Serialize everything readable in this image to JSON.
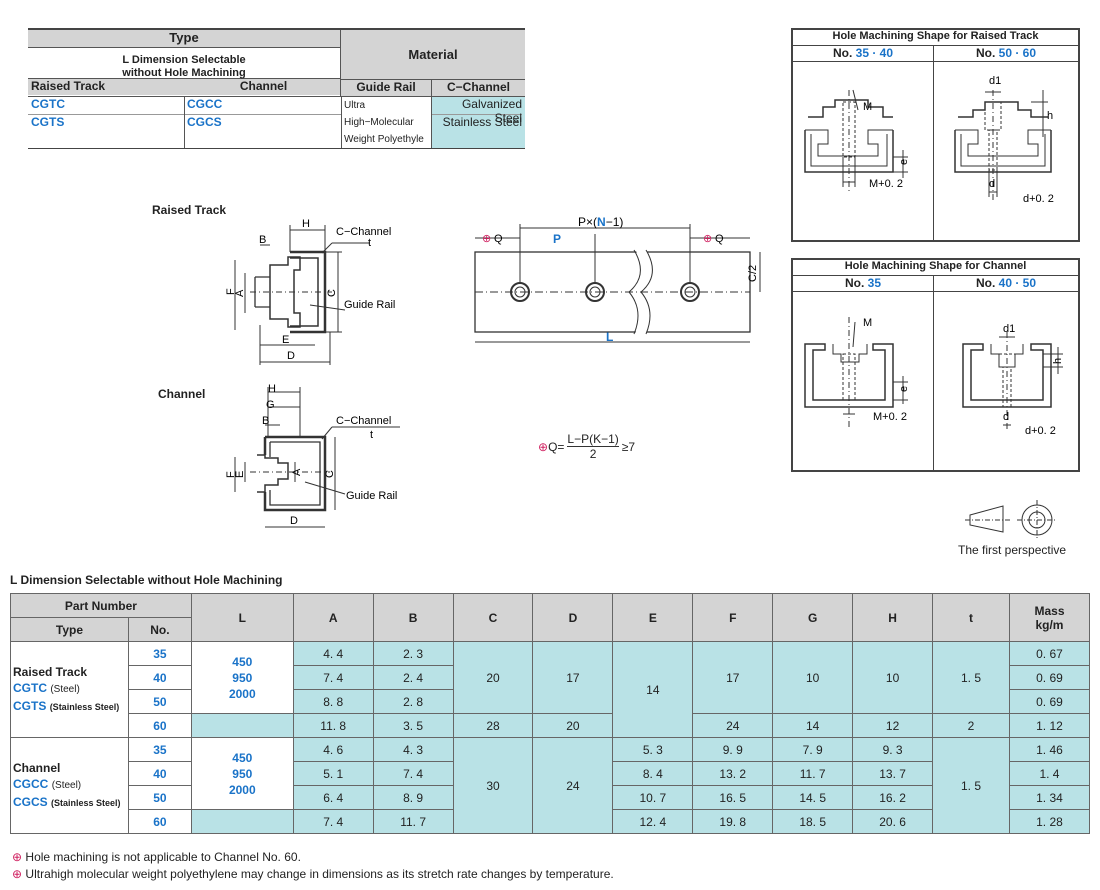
{
  "type_table": {
    "type_title": "Type",
    "sub_title_line1": "L Dimension Selectable",
    "sub_title_line2": "without Hole Machining",
    "material_title": "Material",
    "col_raised_track": "Raised Track",
    "col_channel": "Channel",
    "col_guide_rail": "Guide Rail",
    "col_c_channel": "C−Channel",
    "rows": [
      {
        "raised": "CGTC",
        "channel": "CGCC",
        "guide": "Ultra High−Molecular",
        "cch": "Galvanized Steel"
      },
      {
        "raised": "CGTS",
        "channel": "CGCS",
        "guide": "Weight Polyethyle",
        "cch": "Stainless Steel"
      }
    ]
  },
  "drawings": {
    "raised_track_label": "Raised Track",
    "channel_label": "Channel",
    "c_channel": "C−Channel",
    "t": "t",
    "guide_rail": "Guide Rail",
    "dim_H": "H",
    "dim_B": "B",
    "dim_F": "F",
    "dim_A": "A",
    "dim_C": "C",
    "dim_E": "E",
    "dim_D": "D",
    "dim_G": "G",
    "rail_pitch": "P×(",
    "rail_pitch_N": "N",
    "rail_pitch_end": "−1)",
    "rail_Q": "Q",
    "rail_P": "P",
    "rail_L": "L",
    "rail_C2": "C/2",
    "formula_lhs": "Q=",
    "formula_num": "L−P(K−1)",
    "formula_den": "2",
    "formula_rhs": "≥7"
  },
  "hole_raised": {
    "title": "Hole Machining Shape for Raised Track",
    "no_prefix": "No.",
    "left_nos": "35 · 40",
    "right_nos": "50 · 60",
    "M": "M",
    "e": "e",
    "M02": "M+0. 2",
    "d1": "d1",
    "h": "h",
    "d": "d",
    "d02": "d+0. 2"
  },
  "hole_channel": {
    "title": "Hole Machining Shape for Channel",
    "no_prefix": "No.",
    "left_nos": "35",
    "right_nos": "40 · 50",
    "M": "M",
    "e": "e",
    "M02": "M+0. 2",
    "d1": "d1",
    "h": "h",
    "d": "d",
    "d02": "d+0. 2"
  },
  "perspective": "The first perspective",
  "main_table": {
    "title": "L Dimension Selectable without Hole Machining",
    "part_number": "Part Number",
    "type": "Type",
    "no": "No.",
    "headers": [
      "L",
      "A",
      "B",
      "C",
      "D",
      "E",
      "F",
      "G",
      "H",
      "t"
    ],
    "mass": "Mass",
    "mass_unit": "kg/m",
    "raised_type_line1": "Raised Track",
    "raised_type_line2": "CGTC",
    "raised_type_line2b": "(Steel)",
    "raised_type_line3": "CGTS",
    "raised_type_line3b": "(Stainless Steel)",
    "channel_type_line1": "Channel",
    "channel_type_line2": "CGCC",
    "channel_type_line2b": "(Steel)",
    "channel_type_line3": "CGCS",
    "channel_type_line3b": "(Stainless Steel)",
    "L_values": [
      "450",
      "950",
      "2000"
    ],
    "raised": {
      "nos": [
        "35",
        "40",
        "50",
        "60"
      ],
      "A": [
        "4. 4",
        "7. 4",
        "8. 8",
        "11. 8"
      ],
      "B": [
        "2. 3",
        "2. 4",
        "2. 8",
        "3. 5"
      ],
      "C": [
        "20",
        "28"
      ],
      "D": [
        "17",
        "20"
      ],
      "E": "14",
      "F": [
        "17",
        "24"
      ],
      "G": [
        "10",
        "14"
      ],
      "H": [
        "10",
        "12"
      ],
      "t": [
        "1. 5",
        "2"
      ],
      "mass": [
        "0. 67",
        "0. 69",
        "0. 69",
        "1. 12"
      ]
    },
    "channel": {
      "nos": [
        "35",
        "40",
        "50",
        "60"
      ],
      "A": [
        "4. 6",
        "5. 1",
        "6. 4",
        "7. 4"
      ],
      "B": [
        "4. 3",
        "7. 4",
        "8. 9",
        "11. 7"
      ],
      "C": "30",
      "D": "24",
      "E": [
        "5. 3",
        "8. 4",
        "10. 7",
        "12. 4"
      ],
      "F": [
        "9. 9",
        "13. 2",
        "16. 5",
        "19. 8"
      ],
      "G": [
        "7. 9",
        "11. 7",
        "14. 5",
        "18. 5"
      ],
      "H": [
        "9. 3",
        "13. 7",
        "16. 2",
        "20. 6"
      ],
      "t": "1. 5",
      "mass": [
        "1. 46",
        "1. 4",
        "1. 34",
        "1. 28"
      ]
    }
  },
  "notes": [
    "Hole machining is not applicable to Channel No. 60.",
    "Ultrahigh molecular weight polyethylene may change in dimensions as its stretch rate changes by temperature."
  ],
  "colors": {
    "accent_blue": "#1a73c8",
    "cell_cyan": "#b9e2e6",
    "header_grey": "#d4d4d4",
    "warn_red": "#d02060"
  }
}
